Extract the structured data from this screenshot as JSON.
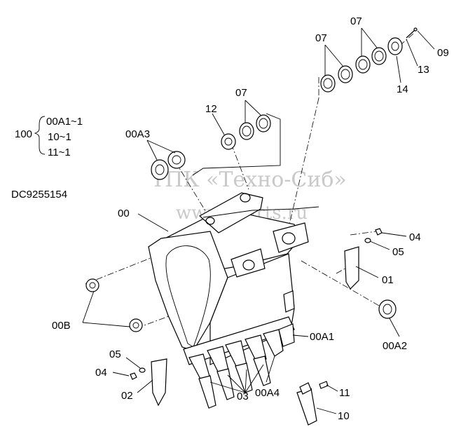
{
  "drawing": {
    "code": "DC9255154",
    "assembly": {
      "number": "100",
      "items": [
        "00A1~1",
        "10~1",
        "11~1"
      ]
    },
    "watermark": {
      "line1": "ТПК «Техно-Сиб»",
      "line2": "www.tparts.ru"
    }
  },
  "callouts": {
    "c00": "00",
    "c00A3": "00A3",
    "c12": "12",
    "c07a": "07",
    "c07b": "07",
    "c07c": "07",
    "c09": "09",
    "c13": "13",
    "c14": "14",
    "c04a": "04",
    "c05a": "05",
    "c01": "01",
    "c00A2": "00A2",
    "c00A1": "00A1",
    "c00B": "00B",
    "c05b": "05",
    "c04b": "04",
    "c02": "02",
    "c00A4": "00A4",
    "c03": "03",
    "c11": "11",
    "c10": "10"
  }
}
